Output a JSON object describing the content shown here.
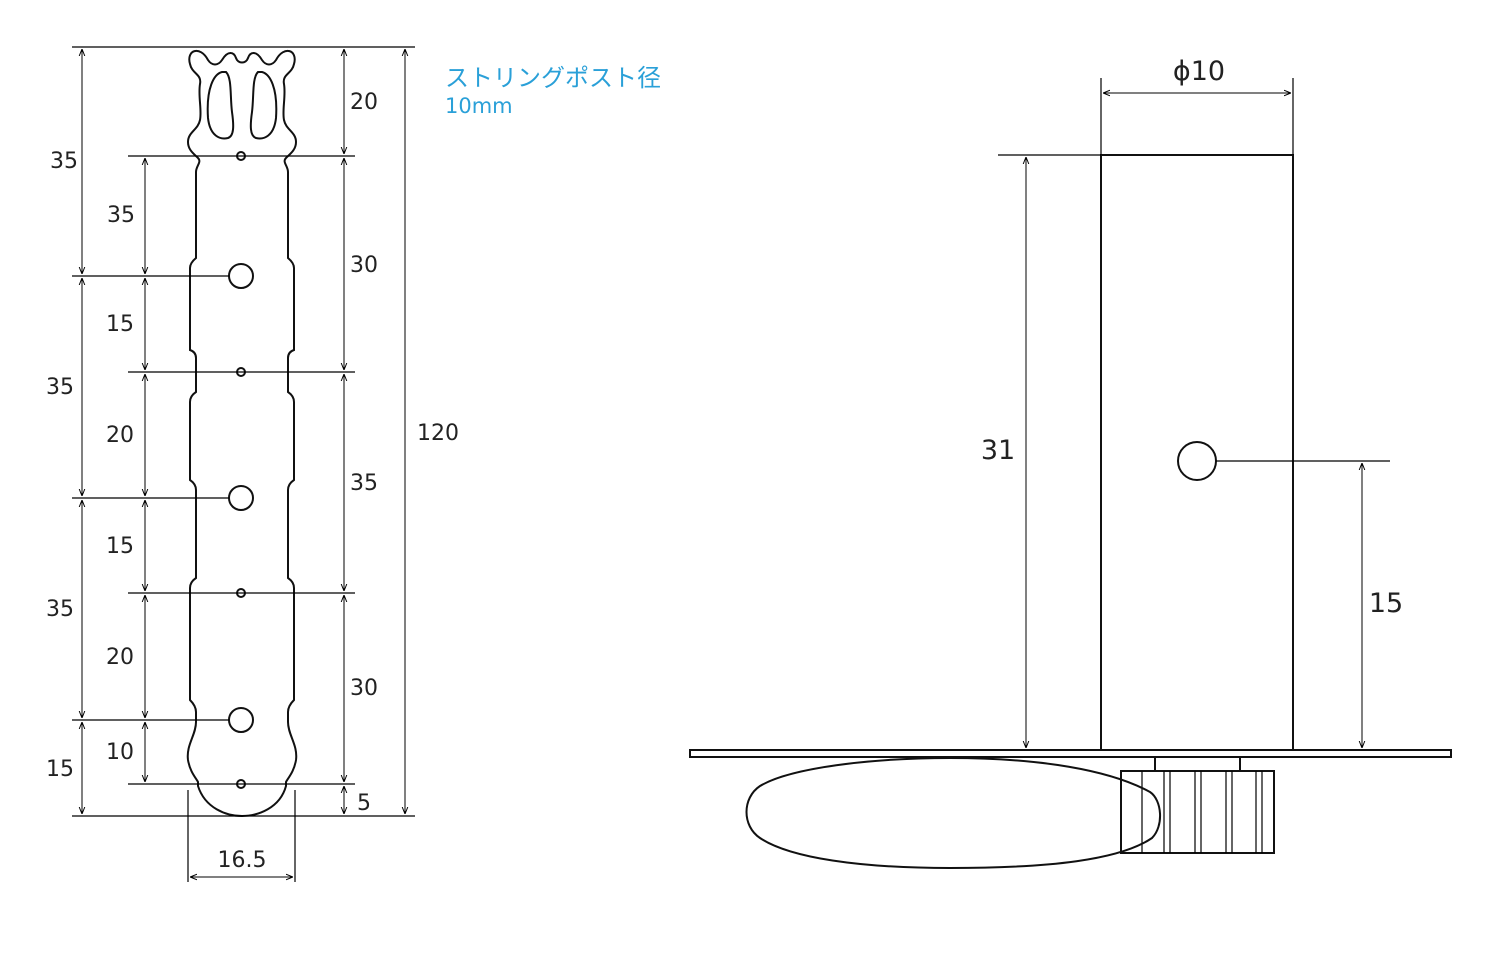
{
  "note": {
    "title": "ストリングポスト径",
    "subtitle": "10mm"
  },
  "plate_drawing": {
    "left_dims": [
      "35",
      "35",
      "35",
      "15"
    ],
    "inner_dims": [
      "35",
      "15",
      "20",
      "15",
      "20",
      "10"
    ],
    "right_dims": [
      "20",
      "30",
      "35",
      "30",
      "5"
    ],
    "total_height": "120",
    "width": "16.5"
  },
  "post_drawing": {
    "diameter": "ϕ10",
    "height": "31",
    "hole_height": "15"
  }
}
